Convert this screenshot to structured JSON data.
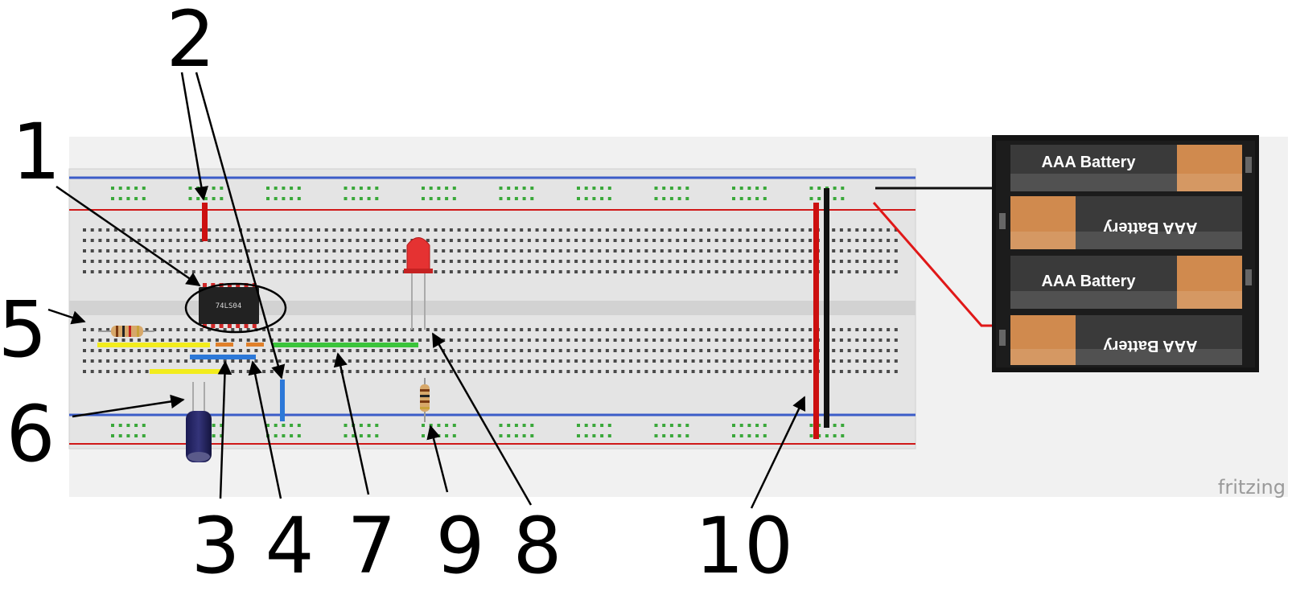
{
  "callouts": [
    {
      "id": "1",
      "label": "1"
    },
    {
      "id": "2",
      "label": "2"
    },
    {
      "id": "3",
      "label": "3"
    },
    {
      "id": "4",
      "label": "4"
    },
    {
      "id": "5",
      "label": "5"
    },
    {
      "id": "6",
      "label": "6"
    },
    {
      "id": "7",
      "label": "7"
    },
    {
      "id": "8",
      "label": "8"
    },
    {
      "id": "9",
      "label": "9"
    },
    {
      "id": "10",
      "label": "10"
    }
  ],
  "chip": {
    "label": "74LS04"
  },
  "battery_pack": {
    "cells": [
      {
        "label": "AAA Battery"
      },
      {
        "label": "AAA Battery"
      },
      {
        "label": "AAA Battery"
      },
      {
        "label": "AAA Battery"
      }
    ]
  },
  "watermark": "fritzing",
  "colors": {
    "rail_red": "#d01818",
    "rail_blue": "#3b5cc8",
    "wire_yellow": "#f2ec1c",
    "wire_blue": "#2c78d8",
    "wire_green": "#3bc43b",
    "wire_red": "#cc1010",
    "wire_black": "#111111",
    "battery_gold": "#d08a4e"
  }
}
